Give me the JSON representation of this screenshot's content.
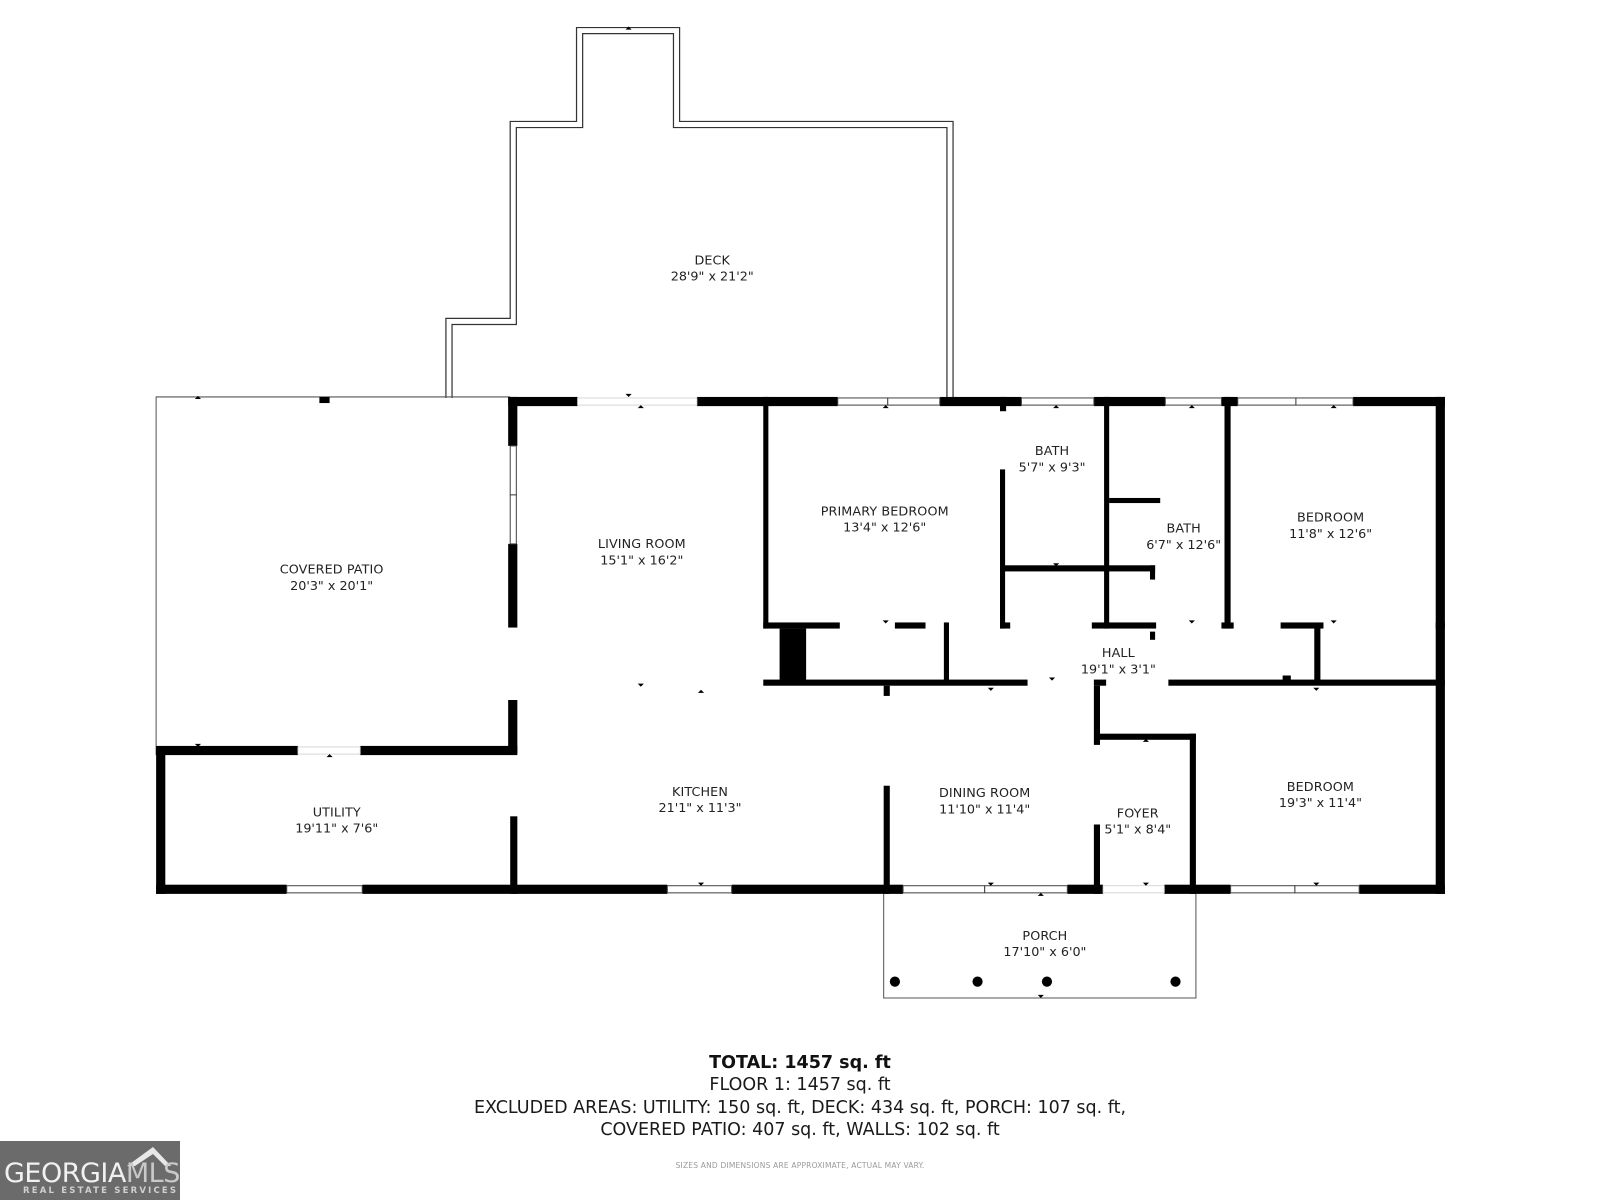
{
  "floorplan": {
    "rooms": [
      {
        "id": "deck",
        "label": "DECK",
        "dimensions": "28'9\" x 21'2\""
      },
      {
        "id": "covered-patio",
        "label": "COVERED PATIO",
        "dimensions": "20'3\" x 20'1\""
      },
      {
        "id": "living-room",
        "label": "LIVING ROOM",
        "dimensions": "15'1\" x 16'2\""
      },
      {
        "id": "primary-bedroom",
        "label": "PRIMARY BEDROOM",
        "dimensions": "13'4\" x 12'6\""
      },
      {
        "id": "bath-1",
        "label": "BATH",
        "dimensions": "5'7\" x 9'3\""
      },
      {
        "id": "bath-2",
        "label": "BATH",
        "dimensions": "6'7\" x 12'6\""
      },
      {
        "id": "bedroom-1",
        "label": "BEDROOM",
        "dimensions": "11'8\" x 12'6\""
      },
      {
        "id": "hall",
        "label": "HALL",
        "dimensions": "19'1\" x 3'1\""
      },
      {
        "id": "utility",
        "label": "UTILITY",
        "dimensions": "19'11\" x 7'6\""
      },
      {
        "id": "kitchen",
        "label": "KITCHEN",
        "dimensions": "21'1\" x 11'3\""
      },
      {
        "id": "dining-room",
        "label": "DINING ROOM",
        "dimensions": "11'10\" x 11'4\""
      },
      {
        "id": "foyer",
        "label": "FOYER",
        "dimensions": "5'1\" x 8'4\""
      },
      {
        "id": "bedroom-2",
        "label": "BEDROOM",
        "dimensions": "19'3\" x 11'4\""
      },
      {
        "id": "porch",
        "label": "PORCH",
        "dimensions": "17'10\" x 6'0\""
      }
    ]
  },
  "summary": {
    "total": "TOTAL: 1457 sq. ft",
    "floor1": "FLOOR 1: 1457 sq. ft",
    "excluded_line1": "EXCLUDED AREAS: UTILITY: 150 sq. ft, DECK: 434 sq. ft, PORCH: 107 sq. ft,",
    "excluded_line2": "COVERED PATIO: 407 sq. ft, WALLS: 102 sq. ft"
  },
  "disclaimer": "SIZES AND DIMENSIONS ARE APPROXIMATE, ACTUAL MAY VARY.",
  "logo": {
    "brand_part1": "GEORGIA",
    "brand_part2": "MLS",
    "tagline": "REAL ESTATE SERVICES"
  },
  "colors": {
    "wall": "#000000",
    "logo_bg": "#6b6b6b",
    "text": "#1a1a1a"
  }
}
